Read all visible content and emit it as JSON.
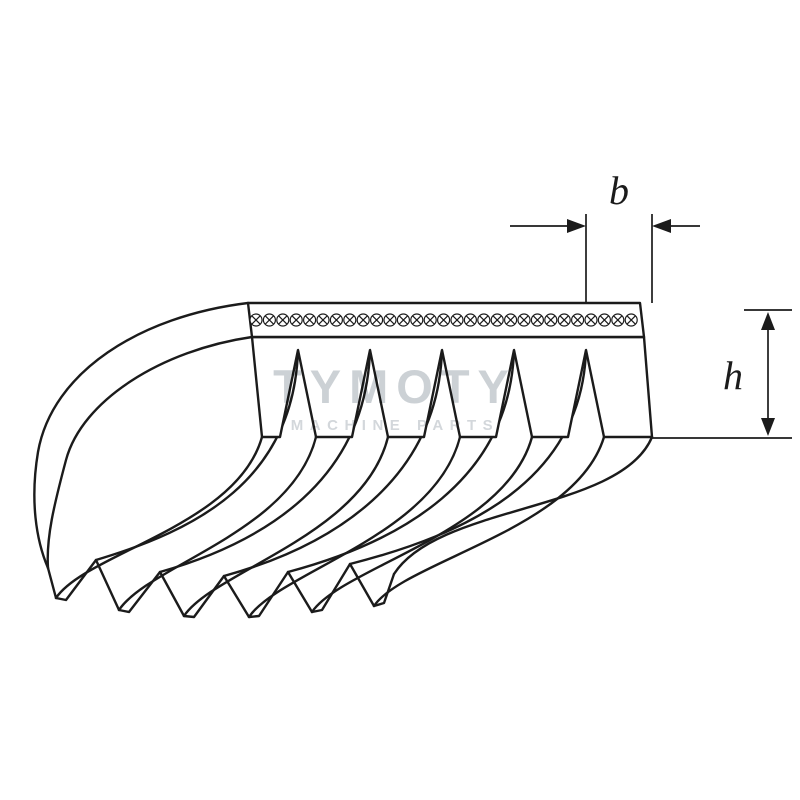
{
  "diagram": {
    "subject": "poly-v-ribbed-belt-cross-section",
    "dim_width_label": "b",
    "dim_height_label": "h",
    "rib_count_front_face": 6,
    "groove_count_front_face": 5
  },
  "watermark": {
    "title": "TYMOTY",
    "subtitle": "MACHINE PARTS"
  },
  "colors": {
    "line": "#1b1b1b",
    "watermark_title": "#c7ccd1",
    "watermark_subtitle": "#ced3d7",
    "background": "#ffffff"
  }
}
